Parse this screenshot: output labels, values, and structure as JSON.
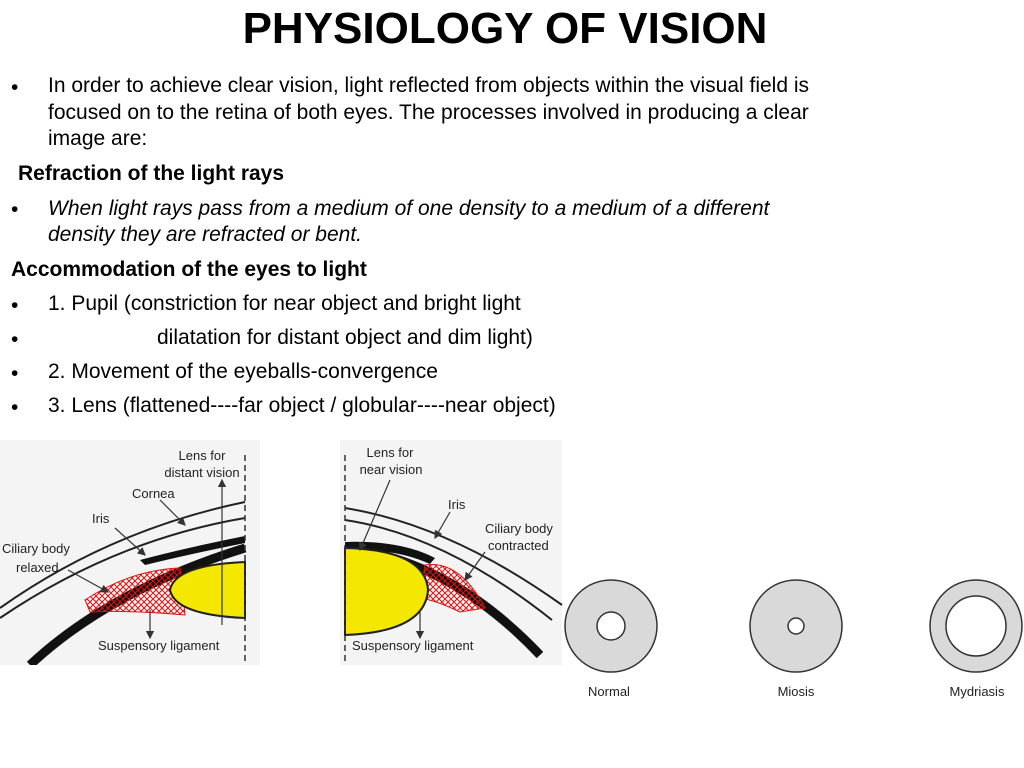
{
  "slide": {
    "title": "PHYSIOLOGY OF VISION",
    "bullet_symbol": "•",
    "intro": {
      "line1": "In order to achieve clear vision, light reflected from objects within the visual field is",
      "line2": "focused on to the retina of both eyes. The processes involved in producing a clear",
      "line3": "image are:"
    },
    "refraction_heading": "Refraction of the light rays",
    "refraction_text": {
      "line1": " When light rays pass from a medium of one density to a medium of a different",
      "line2": "density they are refracted or bent."
    },
    "accommodation_heading": "Accommodation of the eyes to light",
    "accommodation_items": [
      "1. Pupil (constriction  for near object and bright light",
      "dilatation  for  distant  object  and dim light)",
      "2. Movement of the eyeballs-convergence",
      "3. Lens (flattened----far object / globular----near object)"
    ]
  },
  "diagram": {
    "distant": {
      "lens_label_1": "Lens for",
      "lens_label_2": "distant vision",
      "cornea": "Cornea",
      "iris": "Iris",
      "ciliary_1": "Ciliary body",
      "ciliary_2": "relaxed",
      "ligament": "Suspensory ligament"
    },
    "near": {
      "lens_label_1": "Lens for",
      "lens_label_2": "near vision",
      "iris": "Iris",
      "ciliary_1": "Ciliary body",
      "ciliary_2": "contracted",
      "ligament": "Suspensory ligament"
    },
    "pupils": [
      "Normal",
      "Miosis",
      "Mydriasis"
    ],
    "colors": {
      "lens": "#f5e800",
      "muscle": "#e01010",
      "iris": "#111111",
      "pupil_ring": "#d9d9d9"
    }
  }
}
